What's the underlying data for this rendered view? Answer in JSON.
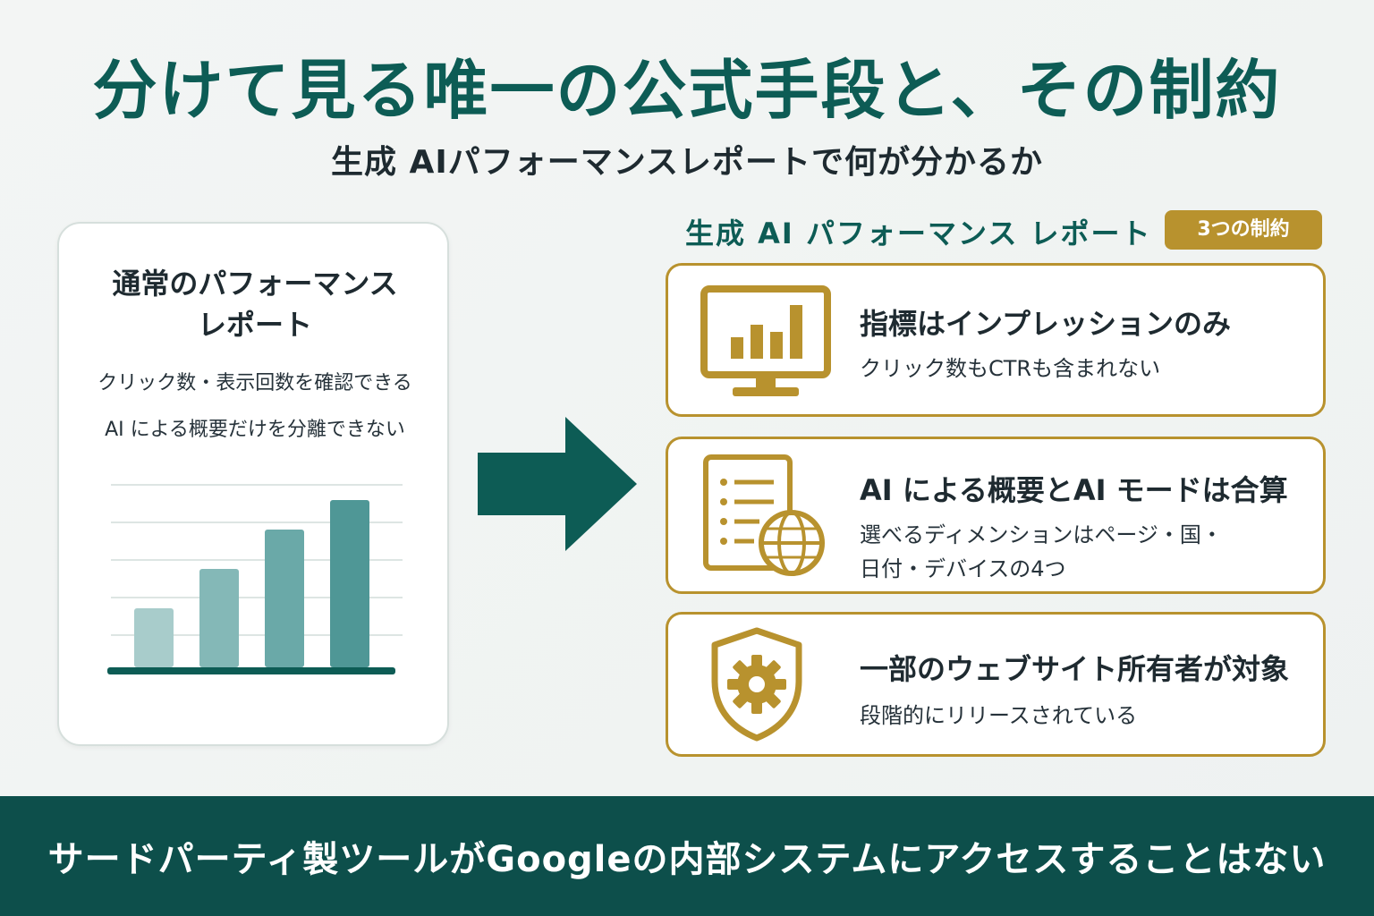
{
  "header": {
    "title": "分けて見る唯一の公式手段と、その制約",
    "subtitle": "生成 AIパフォーマンスレポートで何が分かるか"
  },
  "left_card": {
    "title_line1": "通常のパフォーマンス",
    "title_line2": "レポート",
    "desc1": "クリック数・表示回数を確認できる",
    "desc2": "AI による概要だけを分離できない",
    "bar_levels": [
      0.3,
      0.5,
      0.7,
      0.85
    ]
  },
  "right_panel": {
    "heading": "生成 AI パフォーマンス レポート",
    "badge": "3つの制約",
    "cards": [
      {
        "icon": "monitor-chart-icon",
        "title": "指標はインプレッションのみ",
        "desc_line1": "クリック数もCTRも含まれない"
      },
      {
        "icon": "document-globe-icon",
        "title": "AI による概要とAI モードは合算",
        "desc_line1": "選べるディメンションはページ・国・",
        "desc_line2": "日付・デバイスの4つ"
      },
      {
        "icon": "shield-gear-icon",
        "title": "一部のウェブサイト所有者が対象",
        "desc_line1": "段階的にリリースされている"
      }
    ]
  },
  "footer": {
    "text": "サードパーティ製ツールがGoogleの内部システムにアクセスすることはない"
  },
  "colors": {
    "teal": "#0d5c55",
    "gold": "#b8922e",
    "footer_bg": "#0d4f4b"
  }
}
